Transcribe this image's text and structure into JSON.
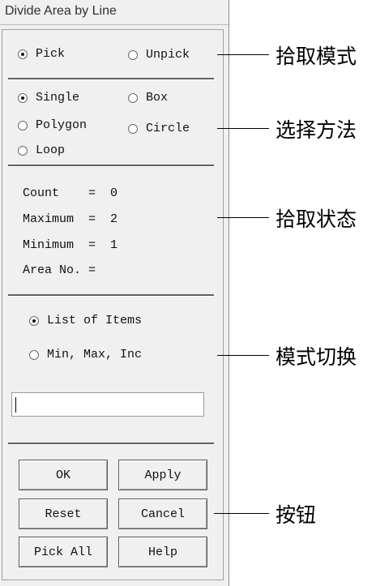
{
  "window": {
    "title": "Divide Area by Line"
  },
  "pick_mode": {
    "pick_label": "Pick",
    "unpick_label": "Unpick",
    "selected": "Pick"
  },
  "select_method": {
    "single_label": "Single",
    "box_label": "Box",
    "polygon_label": "Polygon",
    "circle_label": "Circle",
    "loop_label": "Loop",
    "selected": "Single"
  },
  "status": {
    "count_line": "Count    =  0",
    "maximum_line": "Maximum  =  2",
    "minimum_line": "Minimum  =  1",
    "area_line": "Area No. ="
  },
  "list_mode": {
    "list_label": "List of Items",
    "minmax_label": "Min, Max, Inc",
    "selected": "List of Items"
  },
  "entry_field": {
    "value": ""
  },
  "buttons": {
    "ok": "OK",
    "apply": "Apply",
    "reset": "Reset",
    "cancel": "Cancel",
    "pick_all": "Pick All",
    "help": "Help"
  },
  "annotations": {
    "pick_mode": "拾取模式",
    "select_method": "选择方法",
    "pick_status": "拾取状态",
    "mode_switch": "模式切换",
    "buttons": "按钮"
  }
}
